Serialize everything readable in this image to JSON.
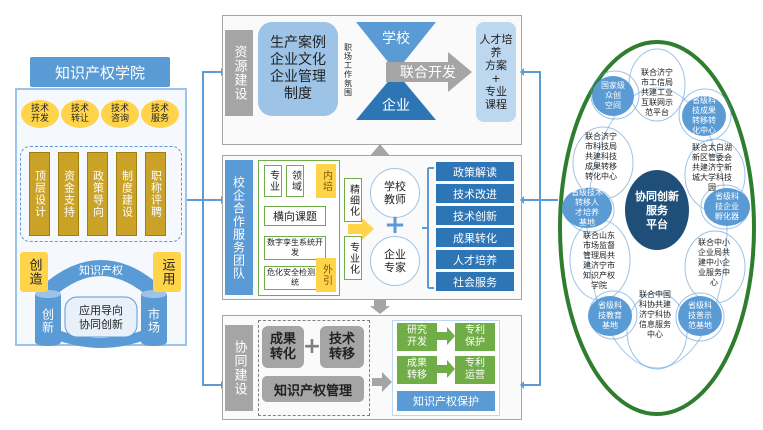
{
  "left": {
    "title": "知识产权学院",
    "ovals": [
      "技术开发",
      "技术转让",
      "技术咨询",
      "技术服务"
    ],
    "pillars": [
      "顶层设计",
      "资金支持",
      "政策导向",
      "制度建设",
      "职称评聘"
    ],
    "arc_label": "知识产权",
    "left_top": "创造",
    "right_top": "运用",
    "left_cyl": "创新",
    "right_cyl": "市场",
    "center_lines": [
      "应用导向",
      "协同创新"
    ]
  },
  "middle": {
    "sections": [
      "资源建设",
      "校企合作服务团队",
      "协同建设"
    ],
    "top": {
      "left_block": [
        "生产案例",
        "企业文化",
        "企业管理",
        "制度"
      ],
      "vertical_note": "职场工作氛围",
      "school": "学校",
      "enterprise": "企业",
      "arrow_label": "联合开发",
      "result_block": [
        "人才培养",
        "方案",
        "+",
        "专业",
        "课程"
      ]
    },
    "mid": {
      "small_boxes": [
        "专业",
        "领域"
      ],
      "horizontal": "横向课题",
      "system_boxes": [
        "数字孪生系统开发",
        "危化安全检测系统"
      ],
      "inner_label": "内培",
      "outer_label": "外引",
      "refine": "精细化",
      "special": "专业化",
      "teacher": [
        "学校",
        "教师"
      ],
      "expert": [
        "企业",
        "专家"
      ],
      "plus": "+",
      "services": [
        "政策解读",
        "技术改进",
        "技术创新",
        "成果转化",
        "人才培养",
        "社会服务"
      ]
    },
    "bottom": {
      "box1": [
        "成果",
        "转化"
      ],
      "box2": [
        "技术",
        "转移"
      ],
      "plus": "+",
      "ip_manage": "知识产权管理",
      "green": [
        [
          "研究",
          "开发"
        ],
        [
          "专利",
          "保护"
        ],
        [
          "成果",
          "转移"
        ],
        [
          "专利",
          "运营"
        ]
      ],
      "ip_protect": "知识产权保护"
    }
  },
  "right": {
    "center": [
      "协同创新",
      "服务",
      "平台"
    ],
    "items": [
      [
        "国家级",
        "众创",
        "空间"
      ],
      [
        "联合济宁",
        "市工信局",
        "共建工业",
        "互联网示",
        "范平台"
      ],
      [
        "省级科",
        "技成果",
        "转移转",
        "化中心"
      ],
      [
        "联合太白湖",
        "新区管委会",
        "共建济宁新",
        "城大学科技",
        "园"
      ],
      [
        "省级科",
        "技企业",
        "孵化器"
      ],
      [
        "联合中小",
        "企业局共",
        "建中小企",
        "业服务中",
        "心"
      ],
      [
        "省级科",
        "技普示",
        "范基地"
      ],
      [
        "联合中国",
        "科协共建",
        "济宁科协",
        "信息服务",
        "中心"
      ],
      [
        "省级科",
        "技教育",
        "基地"
      ],
      [
        "联合山东",
        "市场监督",
        "管理局共",
        "建济宁市",
        "知识产权",
        "学院"
      ],
      [
        "省级技术",
        "转移人",
        "才培养",
        "基地"
      ],
      [
        "联合济宁",
        "市科技局",
        "共建科技",
        "成果转移",
        "转化中心"
      ]
    ]
  },
  "colors": {
    "blue": "#5b9bd5",
    "light_blue": "#bdd7ee",
    "gold": "#c9a227",
    "yellow": "#ffd44a",
    "green": "#70ad47",
    "gray": "#a5a5a5",
    "dark_green": "#2f7d2f",
    "orange": "#f0a830"
  }
}
